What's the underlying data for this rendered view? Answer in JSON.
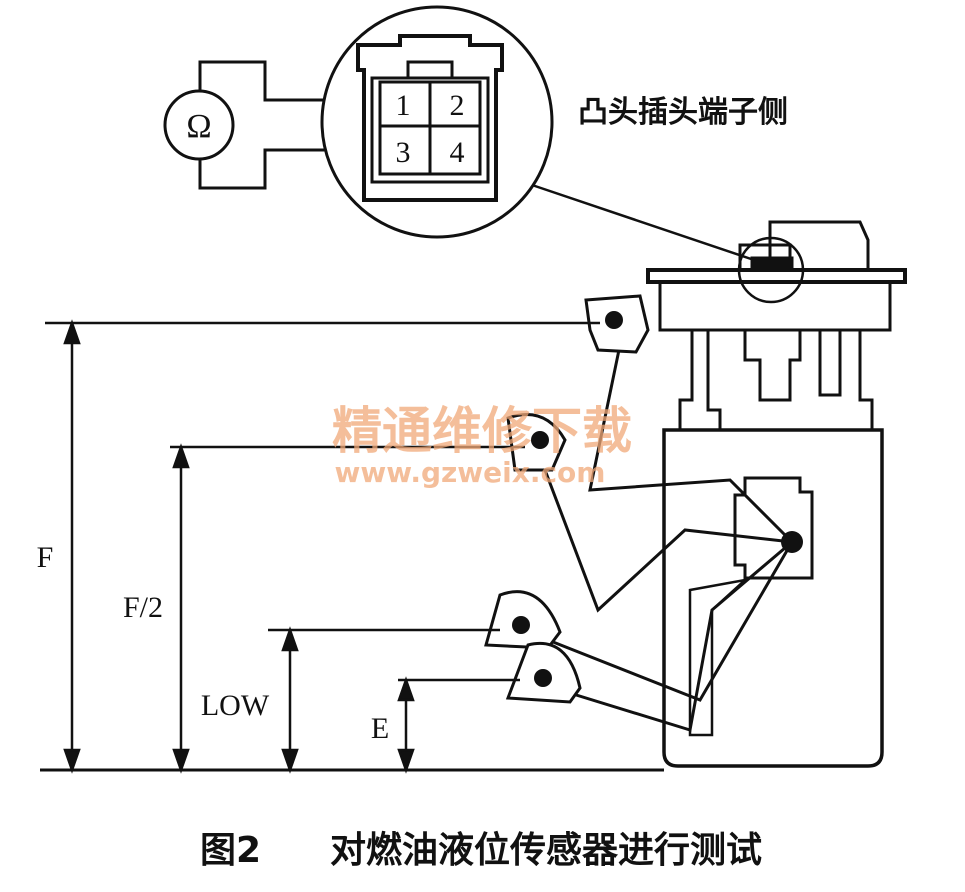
{
  "ohmmeter": {
    "symbol": "Ω"
  },
  "connector": {
    "pins": [
      "1",
      "2",
      "3",
      "4"
    ],
    "label": "凸头插头端子侧"
  },
  "levels": {
    "full": "F",
    "half": "F/2",
    "low": "LOW",
    "empty": "E"
  },
  "watermark": {
    "title": "精通维修下载",
    "url": "www.gzweix.com"
  },
  "caption": {
    "figure": "图2",
    "text": "对燃油液位传感器进行测试"
  },
  "colors": {
    "ink": "#111111",
    "watermark": "#f0a878"
  }
}
